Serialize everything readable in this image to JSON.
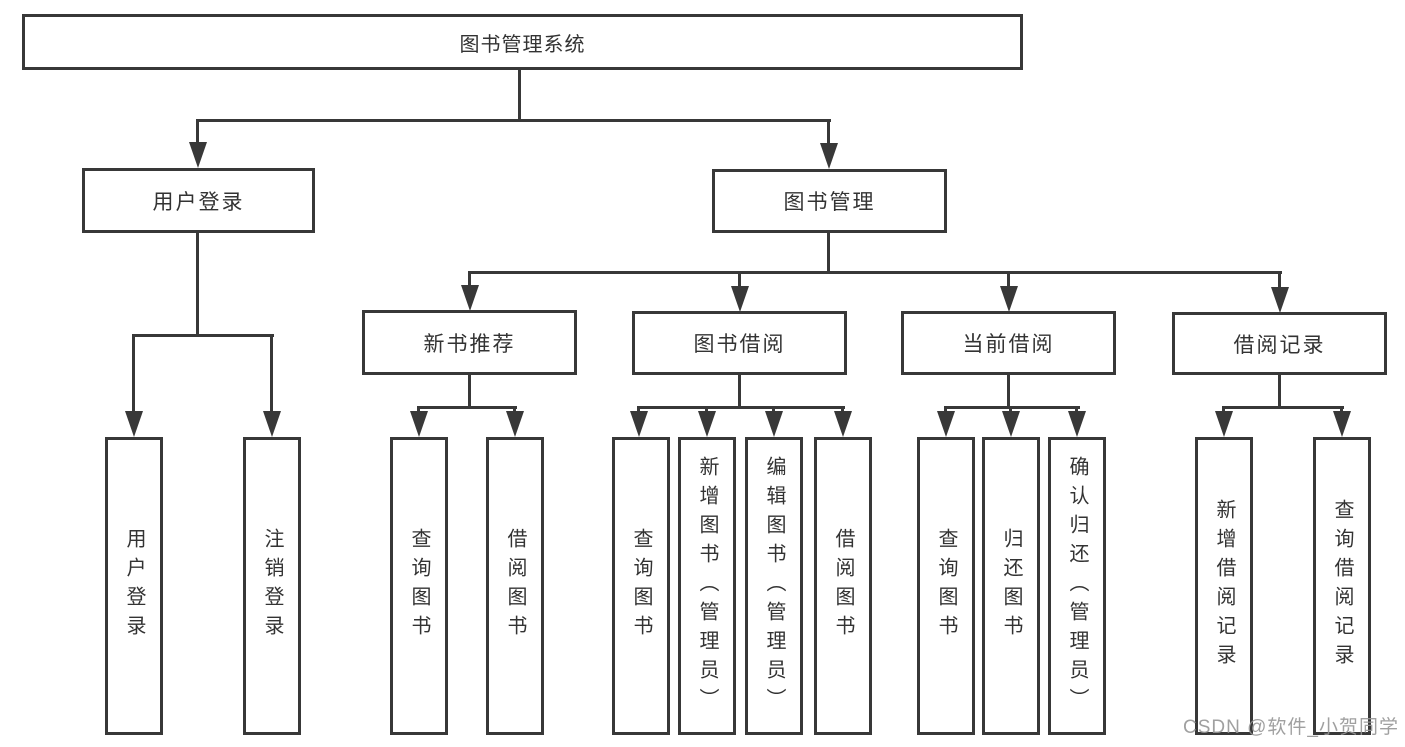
{
  "diagram": {
    "tree": {
      "root": "图书管理系统",
      "children": [
        {
          "label": "用户登录",
          "children": [
            {
              "label": "用户登录"
            },
            {
              "label": "注销登录"
            }
          ]
        },
        {
          "label": "图书管理",
          "children": [
            {
              "label": "新书推荐",
              "children": [
                {
                  "label": "查询图书"
                },
                {
                  "label": "借阅图书"
                }
              ]
            },
            {
              "label": "图书借阅",
              "children": [
                {
                  "label": "查询图书"
                },
                {
                  "label": "新增图书（管理员）"
                },
                {
                  "label": "编辑图书（管理员）"
                },
                {
                  "label": "借阅图书"
                }
              ]
            },
            {
              "label": "当前借阅",
              "children": [
                {
                  "label": "查询图书"
                },
                {
                  "label": "归还图书"
                },
                {
                  "label": "确认归还（管理员）"
                }
              ]
            },
            {
              "label": "借阅记录",
              "children": [
                {
                  "label": "新增借阅记录"
                },
                {
                  "label": "查询借阅记录"
                }
              ]
            }
          ]
        }
      ]
    }
  },
  "watermark": {
    "text": "CSDN @软件_小贺同学"
  },
  "colors": {
    "line": "#383838",
    "box_border": "#383838",
    "text": "#333333",
    "watermark": "#969696",
    "background": "#ffffff"
  }
}
